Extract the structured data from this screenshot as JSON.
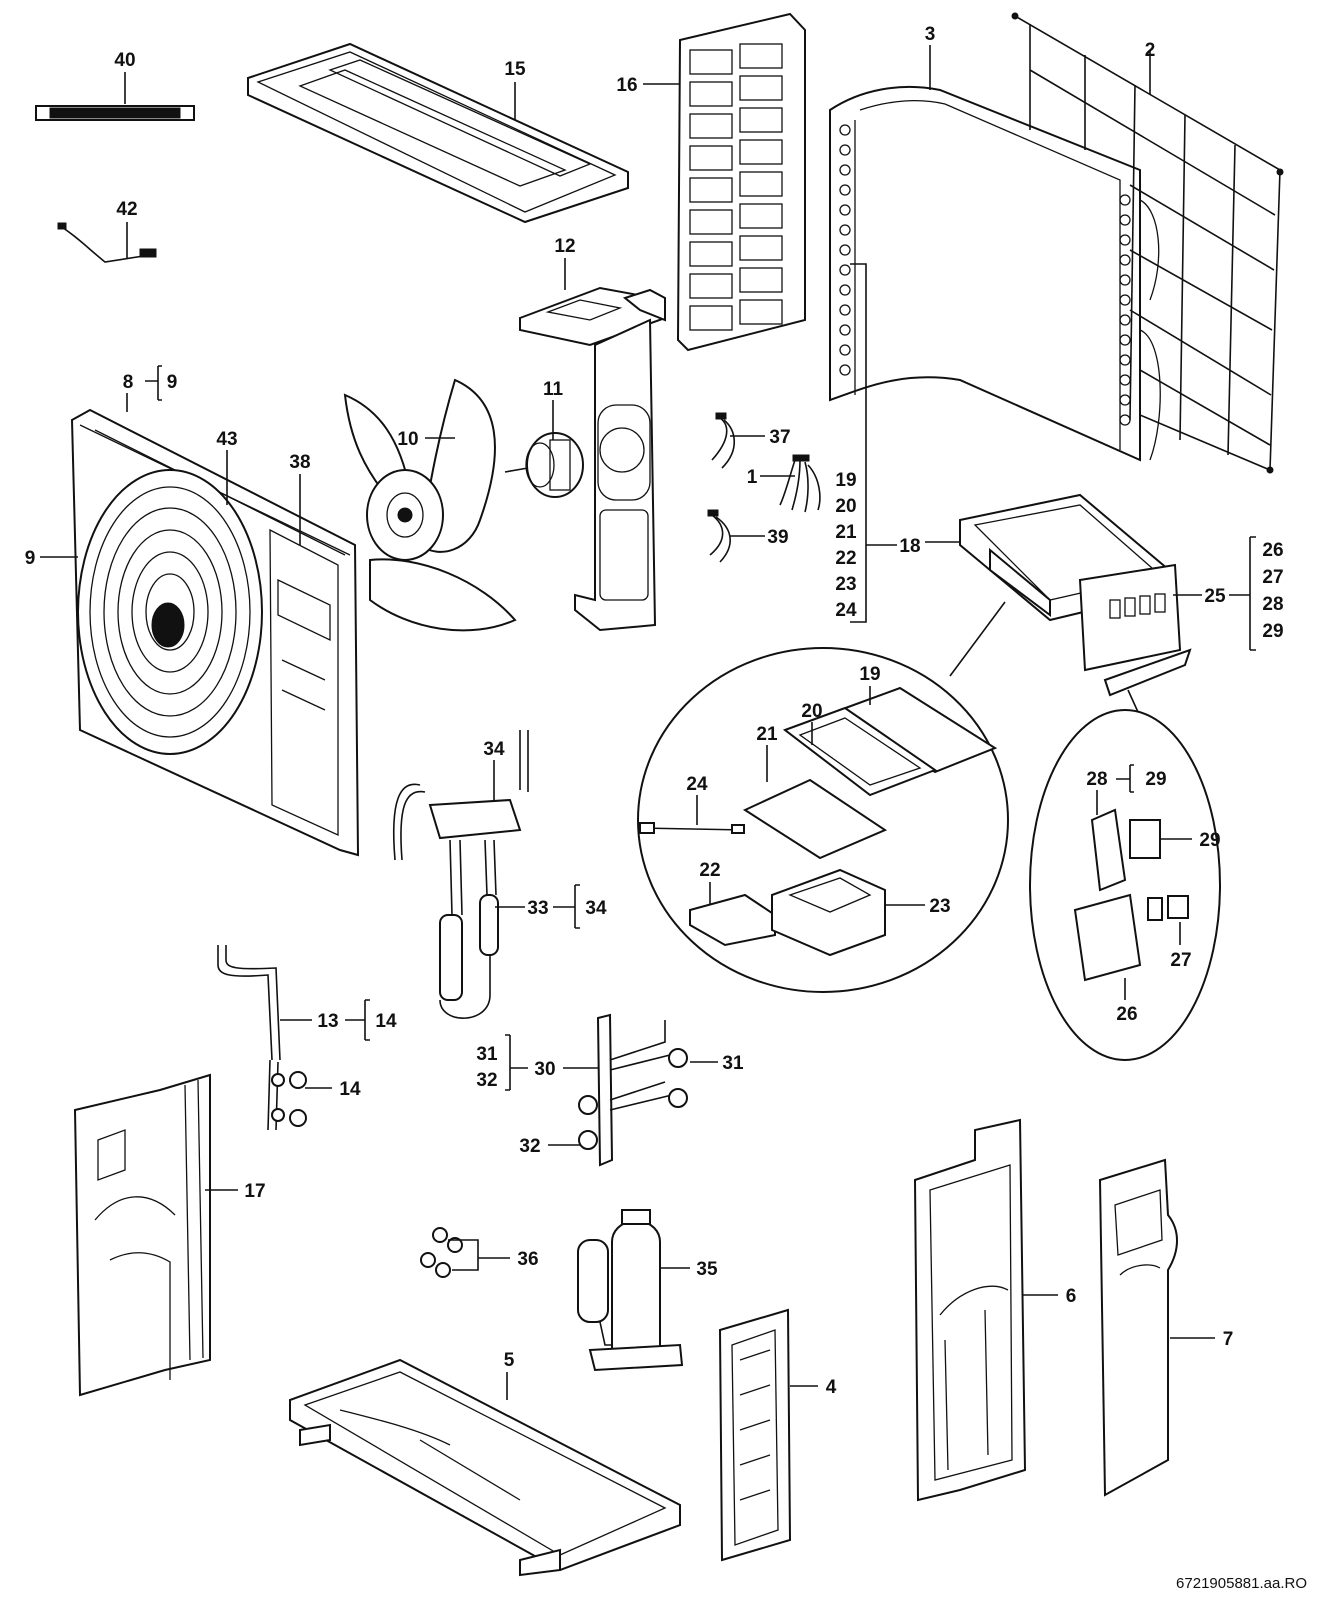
{
  "labels": [
    {
      "key": "p40",
      "text": "40"
    },
    {
      "key": "p15",
      "text": "15"
    },
    {
      "key": "p16",
      "text": "16"
    },
    {
      "key": "p3",
      "text": "3"
    },
    {
      "key": "p2",
      "text": "2"
    },
    {
      "key": "p42",
      "text": "42"
    },
    {
      "key": "p12",
      "text": "12"
    },
    {
      "key": "p8",
      "text": "8"
    },
    {
      "key": "p8b",
      "text": "9"
    },
    {
      "key": "p11",
      "text": "11"
    },
    {
      "key": "p10",
      "text": "10"
    },
    {
      "key": "p43",
      "text": "43"
    },
    {
      "key": "p38",
      "text": "38"
    },
    {
      "key": "p9",
      "text": "9"
    },
    {
      "key": "p37",
      "text": "37"
    },
    {
      "key": "p1",
      "text": "1"
    },
    {
      "key": "p39",
      "text": "39"
    },
    {
      "key": "g19",
      "text": "19"
    },
    {
      "key": "g20",
      "text": "20"
    },
    {
      "key": "g21",
      "text": "21"
    },
    {
      "key": "g22",
      "text": "22"
    },
    {
      "key": "g23",
      "text": "23"
    },
    {
      "key": "g24",
      "text": "24"
    },
    {
      "key": "p18",
      "text": "18"
    },
    {
      "key": "p25",
      "text": "25"
    },
    {
      "key": "g26",
      "text": "26"
    },
    {
      "key": "g27",
      "text": "27"
    },
    {
      "key": "g28",
      "text": "28"
    },
    {
      "key": "g29",
      "text": "29"
    },
    {
      "key": "c19",
      "text": "19"
    },
    {
      "key": "c20",
      "text": "20"
    },
    {
      "key": "c21",
      "text": "21"
    },
    {
      "key": "c24",
      "text": "24"
    },
    {
      "key": "c22",
      "text": "22"
    },
    {
      "key": "c23",
      "text": "23"
    },
    {
      "key": "c28",
      "text": "28"
    },
    {
      "key": "c28b",
      "text": "29"
    },
    {
      "key": "c29",
      "text": "29"
    },
    {
      "key": "c27",
      "text": "27"
    },
    {
      "key": "c26",
      "text": "26"
    },
    {
      "key": "p34",
      "text": "34"
    },
    {
      "key": "p33",
      "text": "33"
    },
    {
      "key": "p33b",
      "text": "34"
    },
    {
      "key": "p13",
      "text": "13"
    },
    {
      "key": "p13b",
      "text": "14"
    },
    {
      "key": "p14",
      "text": "14"
    },
    {
      "key": "g31",
      "text": "31"
    },
    {
      "key": "g32",
      "text": "32"
    },
    {
      "key": "p30",
      "text": "30"
    },
    {
      "key": "p31",
      "text": "31"
    },
    {
      "key": "p32",
      "text": "32"
    },
    {
      "key": "p17",
      "text": "17"
    },
    {
      "key": "p36",
      "text": "36"
    },
    {
      "key": "p35",
      "text": "35"
    },
    {
      "key": "p5",
      "text": "5"
    },
    {
      "key": "p4",
      "text": "4"
    },
    {
      "key": "p6",
      "text": "6"
    },
    {
      "key": "p7",
      "text": "7"
    }
  ],
  "document_id": "6721905881.aa.RO"
}
